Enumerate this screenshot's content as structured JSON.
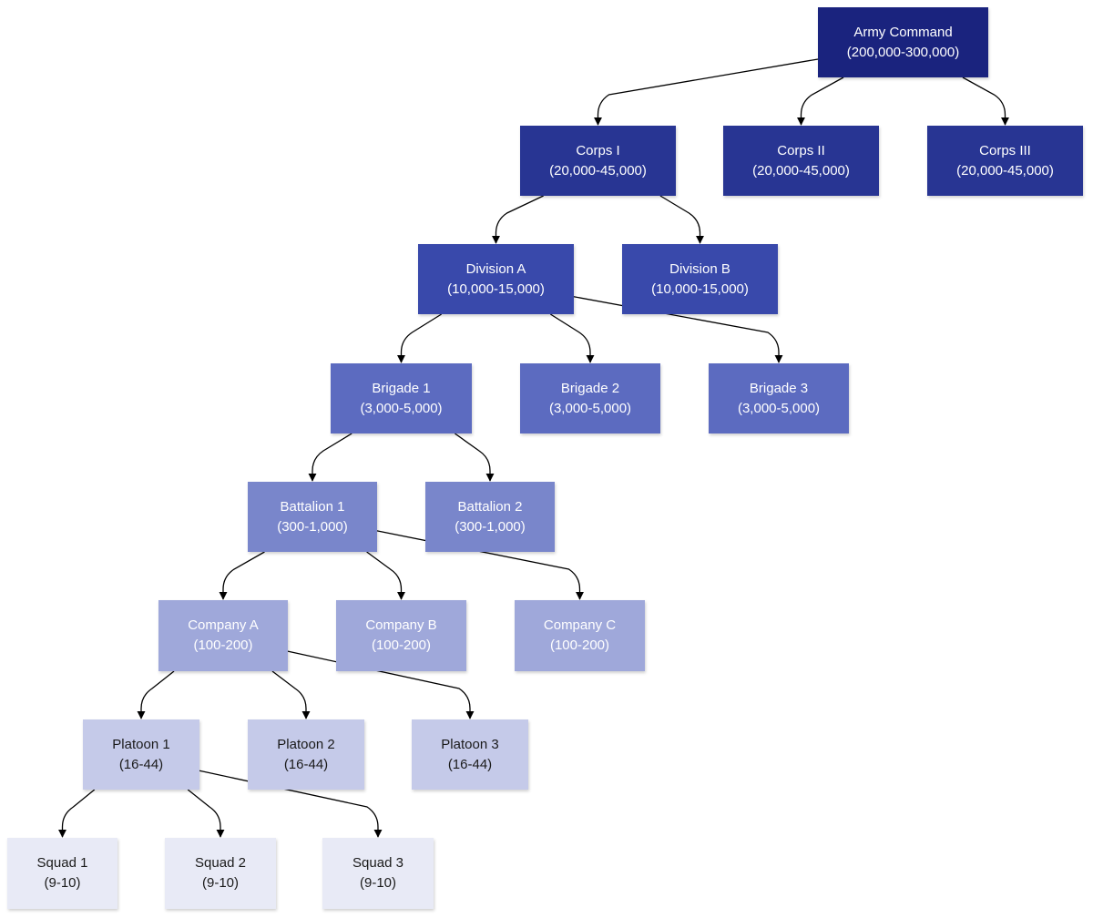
{
  "colors": {
    "level0": "#1a237e",
    "level1": "#283593",
    "level2": "#3949ab",
    "level3": "#5c6bc0",
    "level4": "#7986cb",
    "level5": "#9fa8da",
    "level6": "#c5cae9",
    "level7": "#e8eaf6",
    "text_light": "#ffffff",
    "text_dark": "#1a1a1a",
    "edge": "#000000"
  },
  "nodes": [
    {
      "id": "army",
      "name": "Army Command",
      "size": "(200,000-300,000)",
      "level": 0
    },
    {
      "id": "corps1",
      "name": "Corps I",
      "size": "(20,000-45,000)",
      "level": 1
    },
    {
      "id": "corps2",
      "name": "Corps II",
      "size": "(20,000-45,000)",
      "level": 1
    },
    {
      "id": "corps3",
      "name": "Corps III",
      "size": "(20,000-45,000)",
      "level": 1
    },
    {
      "id": "divA",
      "name": "Division A",
      "size": "(10,000-15,000)",
      "level": 2
    },
    {
      "id": "divB",
      "name": "Division B",
      "size": "(10,000-15,000)",
      "level": 2
    },
    {
      "id": "brig1",
      "name": "Brigade 1",
      "size": "(3,000-5,000)",
      "level": 3
    },
    {
      "id": "brig2",
      "name": "Brigade 2",
      "size": "(3,000-5,000)",
      "level": 3
    },
    {
      "id": "brig3",
      "name": "Brigade 3",
      "size": "(3,000-5,000)",
      "level": 3
    },
    {
      "id": "bat1",
      "name": "Battalion 1",
      "size": "(300-1,000)",
      "level": 4
    },
    {
      "id": "bat2",
      "name": "Battalion 2",
      "size": "(300-1,000)",
      "level": 4
    },
    {
      "id": "coA",
      "name": "Company A",
      "size": "(100-200)",
      "level": 5
    },
    {
      "id": "coB",
      "name": "Company B",
      "size": "(100-200)",
      "level": 5
    },
    {
      "id": "coC",
      "name": "Company C",
      "size": "(100-200)",
      "level": 5
    },
    {
      "id": "plt1",
      "name": "Platoon 1",
      "size": "(16-44)",
      "level": 6
    },
    {
      "id": "plt2",
      "name": "Platoon 2",
      "size": "(16-44)",
      "level": 6
    },
    {
      "id": "plt3",
      "name": "Platoon 3",
      "size": "(16-44)",
      "level": 6
    },
    {
      "id": "sq1",
      "name": "Squad 1",
      "size": "(9-10)",
      "level": 7
    },
    {
      "id": "sq2",
      "name": "Squad 2",
      "size": "(9-10)",
      "level": 7
    },
    {
      "id": "sq3",
      "name": "Squad 3",
      "size": "(9-10)",
      "level": 7
    }
  ],
  "edges": [
    {
      "from": "army",
      "to": "corps1"
    },
    {
      "from": "army",
      "to": "corps2"
    },
    {
      "from": "army",
      "to": "corps3"
    },
    {
      "from": "corps1",
      "to": "divA"
    },
    {
      "from": "corps1",
      "to": "divB"
    },
    {
      "from": "divA",
      "to": "brig1"
    },
    {
      "from": "divA",
      "to": "brig2"
    },
    {
      "from": "divA",
      "to": "brig3"
    },
    {
      "from": "brig1",
      "to": "bat1"
    },
    {
      "from": "brig1",
      "to": "bat2"
    },
    {
      "from": "bat1",
      "to": "coA"
    },
    {
      "from": "bat1",
      "to": "coB"
    },
    {
      "from": "bat1",
      "to": "coC"
    },
    {
      "from": "coA",
      "to": "plt1"
    },
    {
      "from": "coA",
      "to": "plt2"
    },
    {
      "from": "coA",
      "to": "plt3"
    },
    {
      "from": "plt1",
      "to": "sq1"
    },
    {
      "from": "plt1",
      "to": "sq2"
    },
    {
      "from": "plt1",
      "to": "sq3"
    }
  ]
}
